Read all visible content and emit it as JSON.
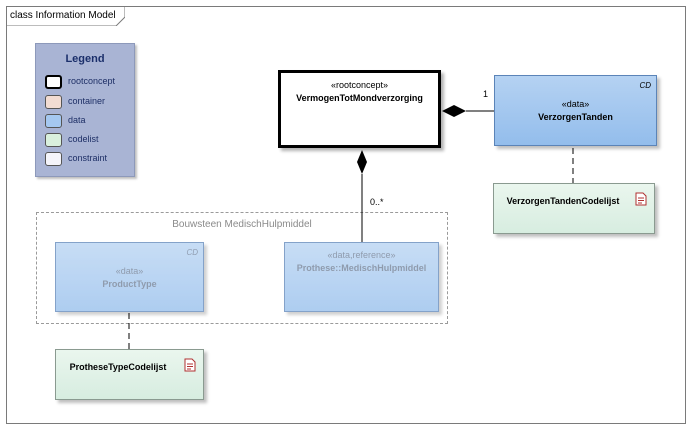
{
  "frame": {
    "title": "class Information Model"
  },
  "legend": {
    "title": "Legend",
    "items": [
      {
        "label": "rootconcept",
        "color": "#ffffff",
        "border": "#000000"
      },
      {
        "label": "container",
        "color": "#f2dcd2",
        "border": "#555555"
      },
      {
        "label": "data",
        "color": "#a5c8f0",
        "border": "#555555"
      },
      {
        "label": "codelist",
        "color": "#d9f0dd",
        "border": "#555555"
      },
      {
        "label": "constraint",
        "color": "#f4f4fa",
        "border": "#555555"
      }
    ]
  },
  "nodes": {
    "root": {
      "stereotype": "«rootconcept»",
      "name": "VermogenTotMondverzorging"
    },
    "verzorgen": {
      "stereotype": "«data»",
      "name": "VerzorgenTanden",
      "tag": "CD"
    },
    "verzorgen_codelist": {
      "name": "VerzorgenTandenCodelijst"
    },
    "producttype": {
      "stereotype": "«data»",
      "name": "ProductType",
      "tag": "CD"
    },
    "prothese": {
      "stereotype": "«data,reference»",
      "name": "Prothese::MedischHulpmiddel"
    },
    "prothese_codelist": {
      "name": "ProtheseTypeCodelijst"
    }
  },
  "package": {
    "title": "Bouwsteen MedischHulpmiddel"
  },
  "relations": {
    "root_verzorgen_multiplicity": "1",
    "root_prothese_multiplicity": "0..*"
  }
}
